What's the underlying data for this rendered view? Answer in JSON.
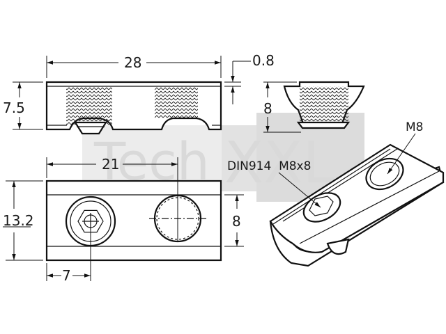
{
  "watermark": {
    "text_left": "Tech",
    "text_right": "XXL"
  },
  "dimensions": {
    "length": "28",
    "thickness_top": "0.8",
    "height": "7.5",
    "side_height": "8",
    "hole_spacing": "21",
    "width": "13.2",
    "plan_width": "8",
    "hole_offset": "7"
  },
  "callouts": {
    "screw": "DIN914  M8x8",
    "thread": "M8"
  }
}
